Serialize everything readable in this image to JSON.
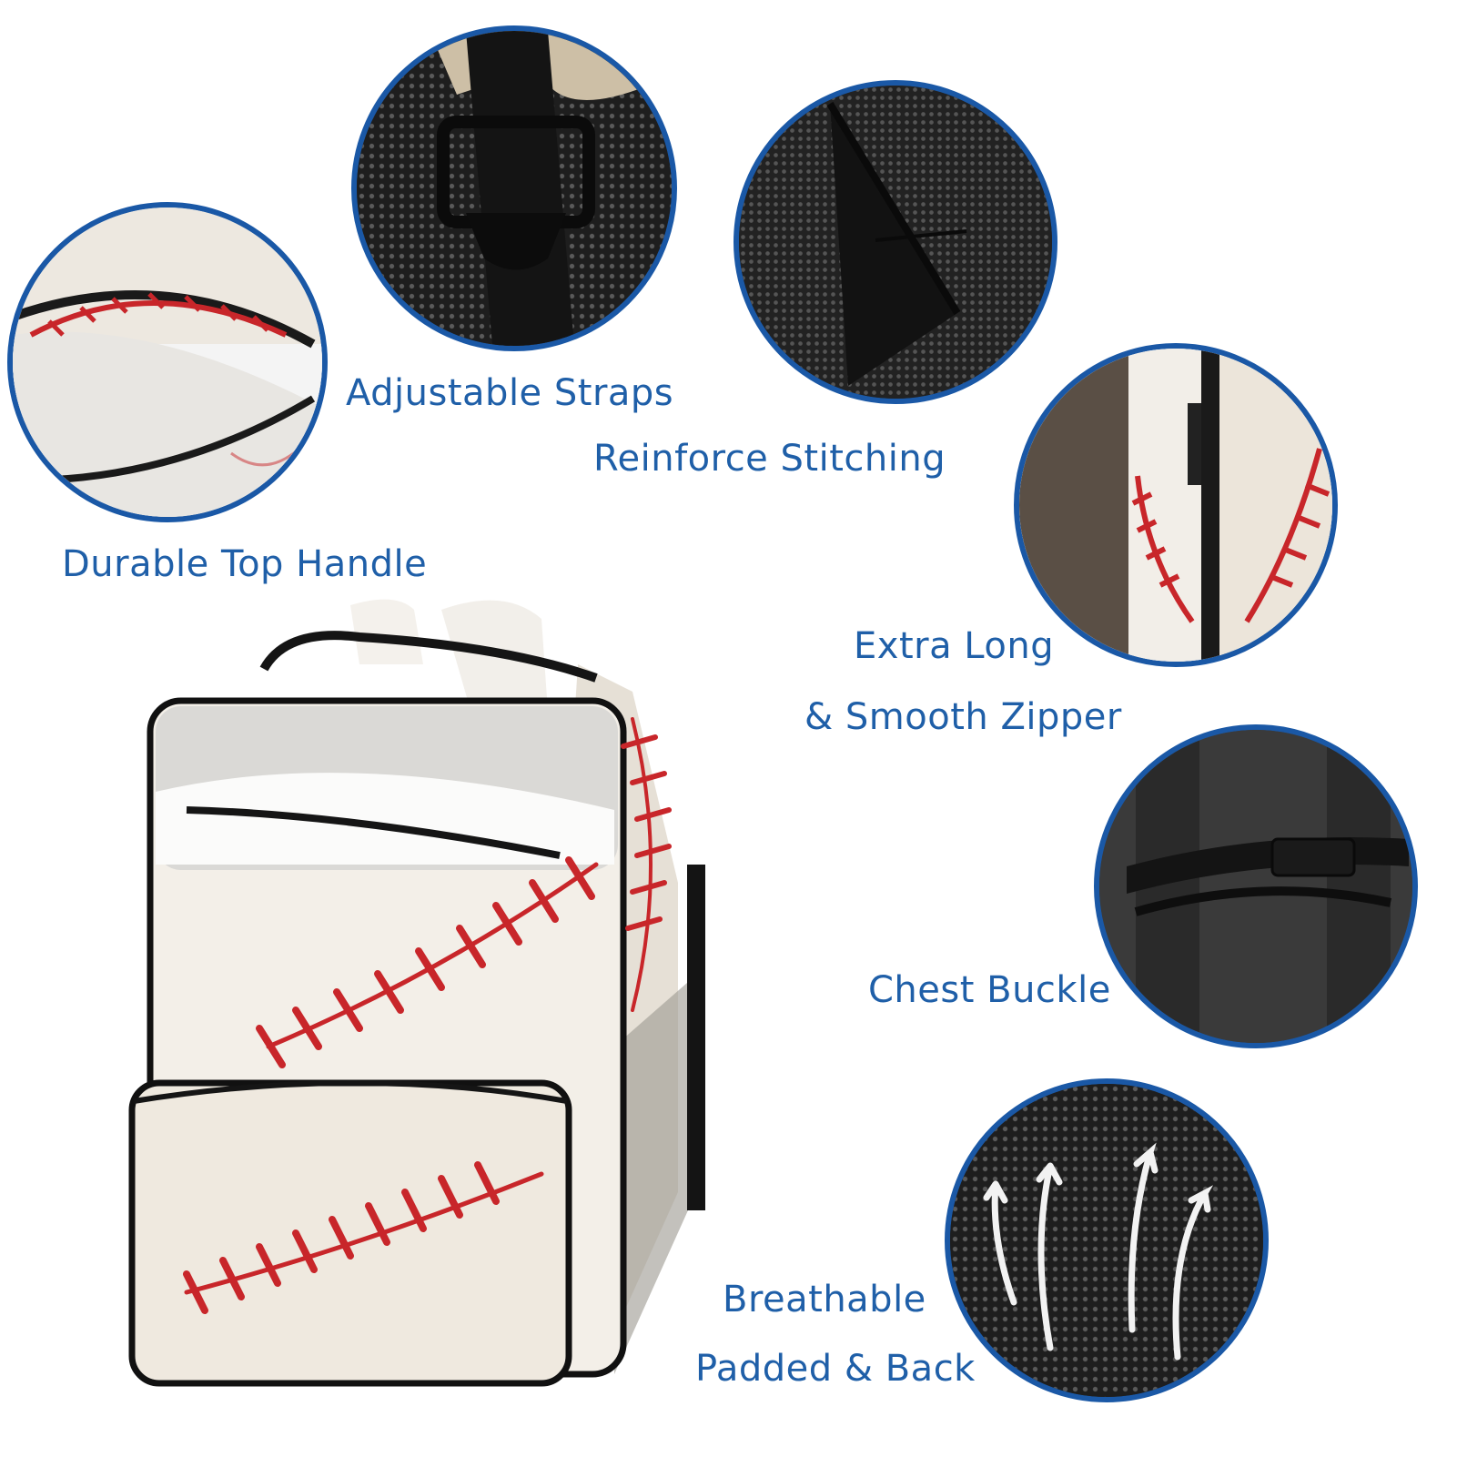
{
  "features": {
    "top_handle": "Durable Top Handle",
    "straps": "Adjustable Straps",
    "stitching": "Reinforce Stitching",
    "zipper_line1": "Extra Long",
    "zipper_line2": "& Smooth Zipper",
    "buckle": "Chest Buckle",
    "back_line1": "Breathable",
    "back_line2": "Padded & Back"
  },
  "colors": {
    "label_blue": "#1f5fa8",
    "circle_border": "#1a58a6",
    "stitch_red": "#c8262a",
    "leather": "#efe9df"
  }
}
